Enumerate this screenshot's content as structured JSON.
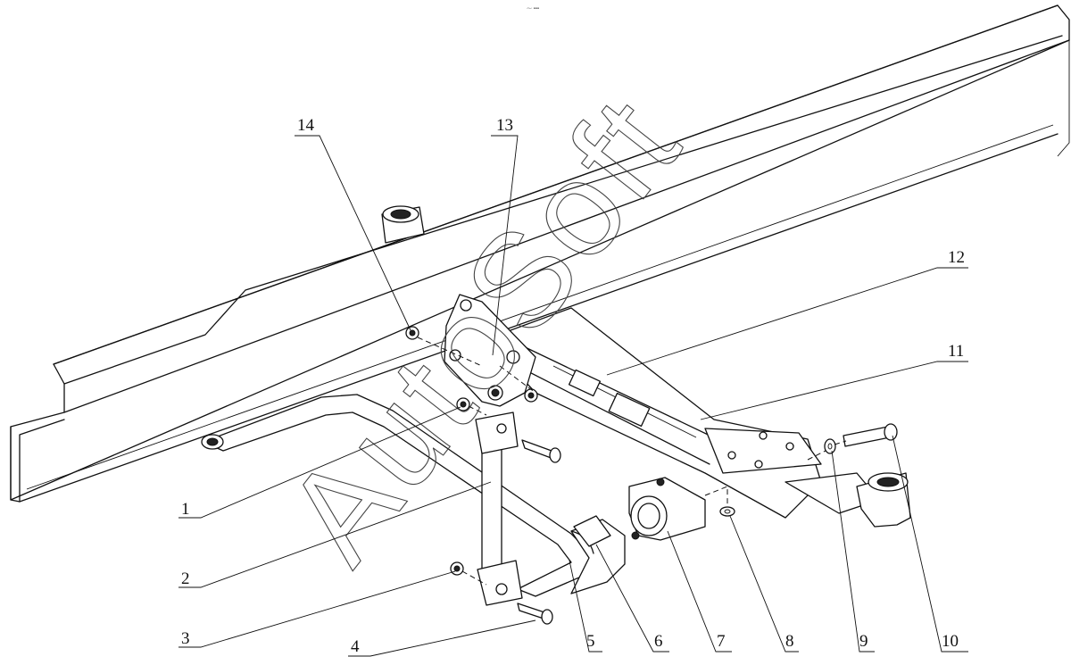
{
  "watermark": "AutoSoft",
  "header_mark": "⁓ ▪▪▪",
  "callouts": [
    {
      "id": "c1",
      "label": "1"
    },
    {
      "id": "c2",
      "label": "2"
    },
    {
      "id": "c3",
      "label": "3"
    },
    {
      "id": "c4",
      "label": "4"
    },
    {
      "id": "c5",
      "label": "5"
    },
    {
      "id": "c6",
      "label": "6"
    },
    {
      "id": "c7",
      "label": "7"
    },
    {
      "id": "c8",
      "label": "8"
    },
    {
      "id": "c9",
      "label": "9"
    },
    {
      "id": "c10",
      "label": "10"
    },
    {
      "id": "c11",
      "label": "11"
    },
    {
      "id": "c12",
      "label": "12"
    },
    {
      "id": "c13",
      "label": "13"
    },
    {
      "id": "c14",
      "label": "14"
    }
  ]
}
